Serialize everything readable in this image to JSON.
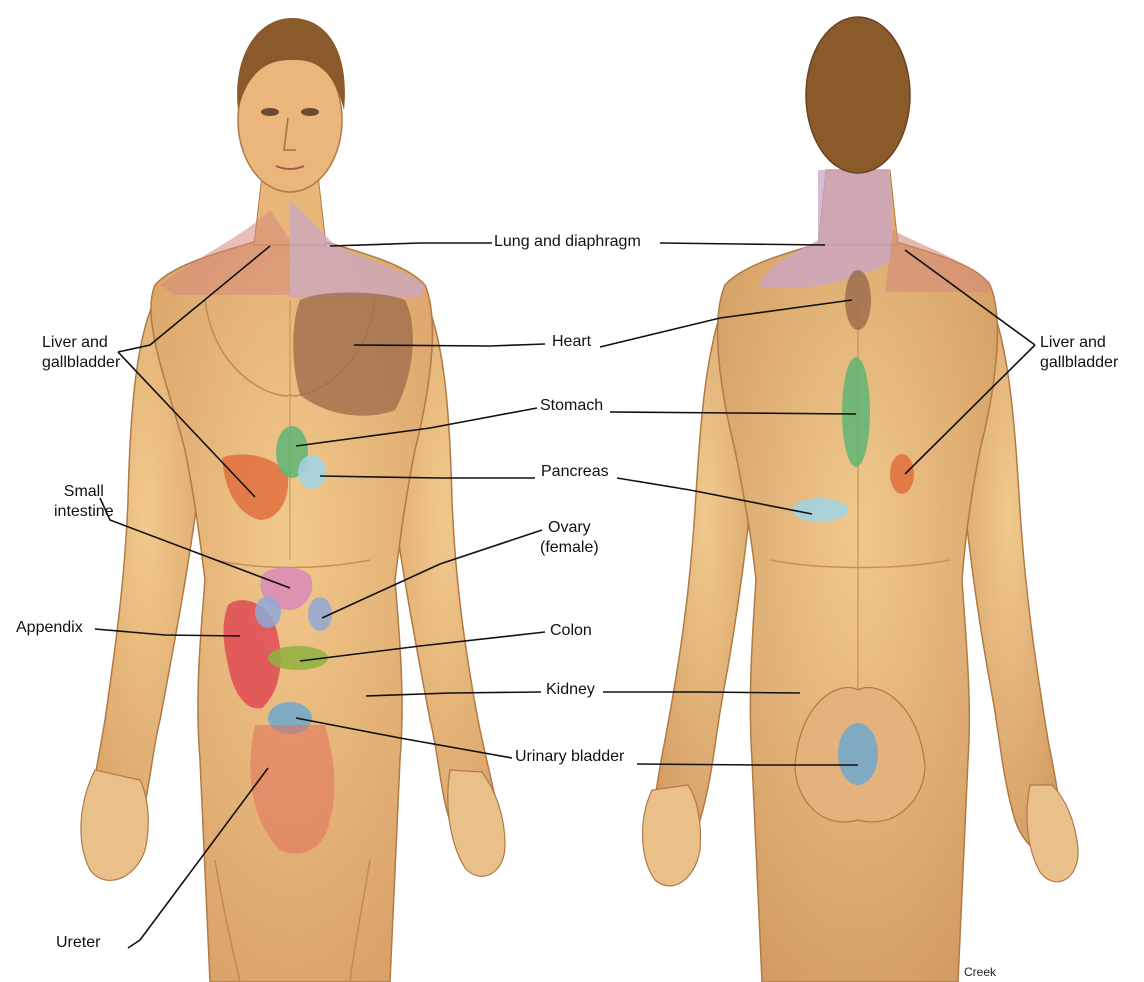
{
  "labels": {
    "lung_diaphragm": "Lung and diaphragm",
    "heart": "Heart",
    "stomach": "Stomach",
    "pancreas": "Pancreas",
    "ovary_line1": "Ovary",
    "ovary_line2": "(female)",
    "colon": "Colon",
    "kidney": "Kidney",
    "urinary_bladder": "Urinary bladder",
    "liver_left_line1": "Liver and",
    "liver_left_line2": "gallbladder",
    "liver_right_line1": "Liver and",
    "liver_right_line2": "gallbladder",
    "small_intestine_line1": "Small",
    "small_intestine_line2": "intestine",
    "appendix": "Appendix",
    "ureter": "Ureter"
  },
  "credit": "Creek",
  "colors": {
    "skin": "#e9b978",
    "skin_shadow": "#c98f55",
    "hair": "#8a5a2b",
    "lung_zone": "#c9a6c8",
    "liver_zone": "#d68a7a",
    "heart": "#9a6a4a",
    "stomach": "#5fb573",
    "pancreas": "#9fd3e6",
    "liver_spot": "#e06a3a",
    "small_intestine": "#d98ab8",
    "appendix": "#e04a55",
    "ovary": "#8fa8d6",
    "colon": "#8fb040",
    "bladder": "#6fa8cf",
    "ureter": "#e0705a"
  }
}
